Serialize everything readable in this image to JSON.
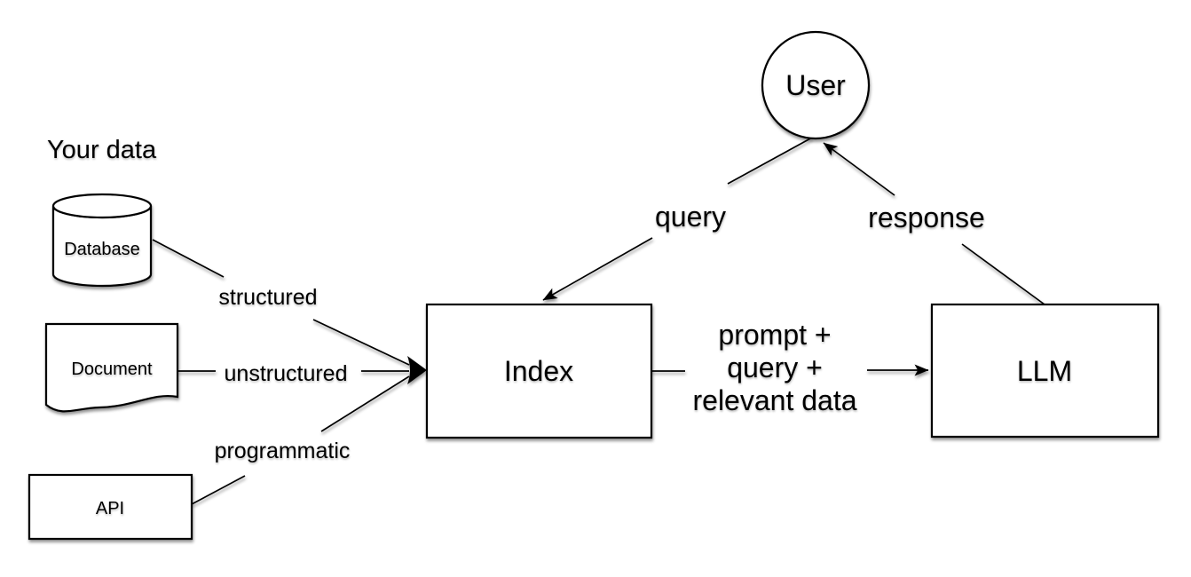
{
  "diagram": {
    "section_title": "Your data",
    "nodes": {
      "user": {
        "label": "User"
      },
      "database": {
        "label": "Database"
      },
      "document": {
        "label": "Document"
      },
      "api": {
        "label": "API"
      },
      "index": {
        "label": "Index"
      },
      "llm": {
        "label": "LLM"
      }
    },
    "edges": {
      "structured": {
        "label": "structured",
        "from": "database",
        "to": "index"
      },
      "unstructured": {
        "label": "unstructured",
        "from": "document",
        "to": "index"
      },
      "programmatic": {
        "label": "programmatic",
        "from": "api",
        "to": "index"
      },
      "query": {
        "label": "query",
        "from": "user",
        "to": "index"
      },
      "response": {
        "label": "response",
        "from": "llm",
        "to": "user"
      },
      "index_to_llm": {
        "label_lines": [
          "prompt +",
          "query +",
          "relevant data"
        ],
        "from": "index",
        "to": "llm"
      }
    },
    "colors": {
      "line": "#000000",
      "shape_fill": "#ffffff",
      "background": "#ffffff"
    }
  }
}
